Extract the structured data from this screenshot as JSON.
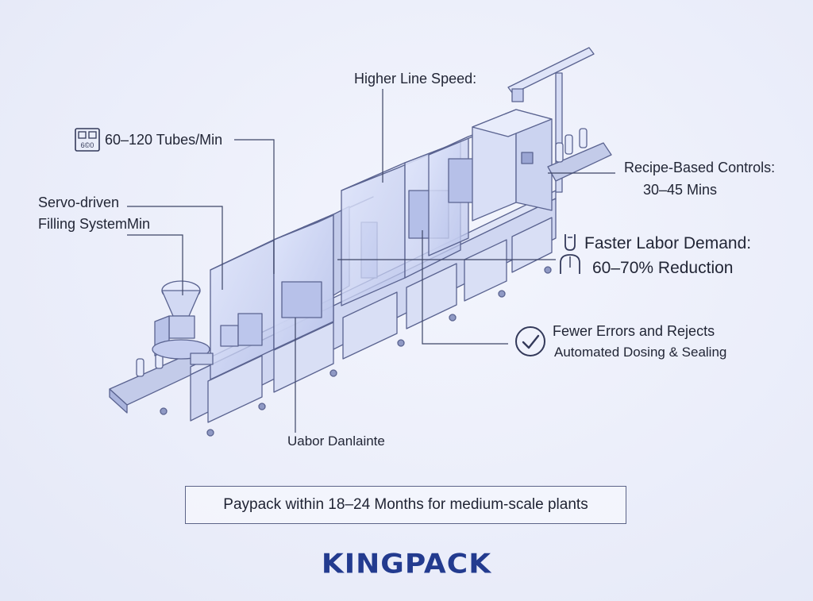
{
  "colors": {
    "background": "#eef0fb",
    "line": "#4a5278",
    "machine_stroke": "#5a6390",
    "machine_fill": "#d6dcf3",
    "brand": "#233b8f"
  },
  "callouts": {
    "tubes_per_min": "60–120 Tubes/Min",
    "tubes_icon": "counter-display-icon",
    "servo_line1": "Servo-driven",
    "servo_line2": "Filling SystemMin",
    "line_speed": "Higher Line Speed:",
    "recipe_line1": "Recipe-Based Controls:",
    "recipe_line2": "30–45 Mins",
    "labor_line1": "Faster Labor Demand:",
    "labor_line2": "60–70% Reduction",
    "labor_icon": "worker-icon",
    "errors_line1": "Fewer Errors and Rejects",
    "errors_line2": "Automated Dosing & Sealing",
    "errors_icon": "checkmark-circle-icon",
    "labor_balance": "Uabor Danlainte"
  },
  "payback": "Paypack within 18–24 Months for medium-scale plants",
  "brand": "KINGPACK"
}
